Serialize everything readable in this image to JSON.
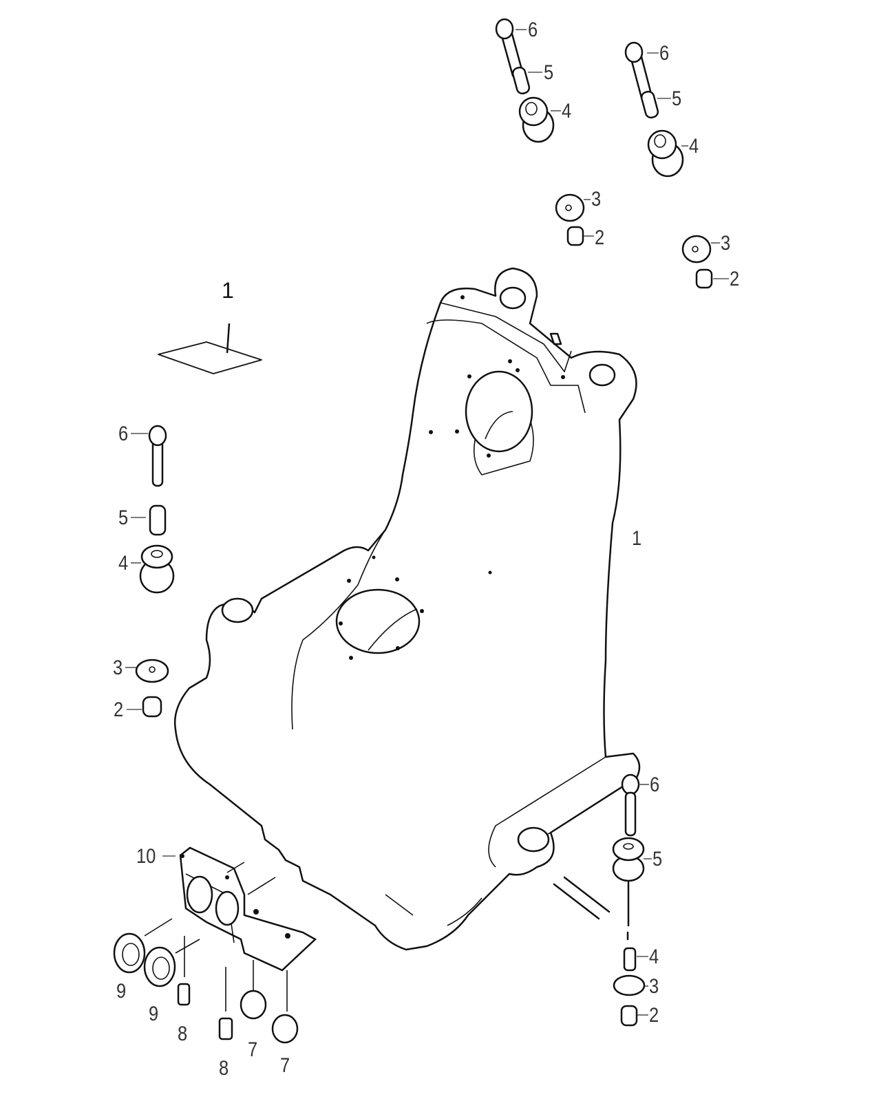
{
  "diagram": {
    "type": "exploded-parts-view",
    "callouts": {
      "doc_label": "1",
      "frame": "1",
      "top_a": {
        "p6": "6",
        "p5": "5",
        "p4": "4",
        "p3": "3",
        "p2": "2"
      },
      "top_b": {
        "p6": "6",
        "p5": "5",
        "p4": "4",
        "p3": "3",
        "p2": "2"
      },
      "left": {
        "p6": "6",
        "p5": "5",
        "p4": "4",
        "p3": "3",
        "p2": "2"
      },
      "right": {
        "p6": "6",
        "p5": "5",
        "p4": "4",
        "p3": "3",
        "p2": "2"
      },
      "bracket": {
        "p10": "10",
        "p9a": "9",
        "p9b": "9",
        "p8a": "8",
        "p8b": "8",
        "p7a": "7",
        "p7b": "7"
      }
    }
  }
}
